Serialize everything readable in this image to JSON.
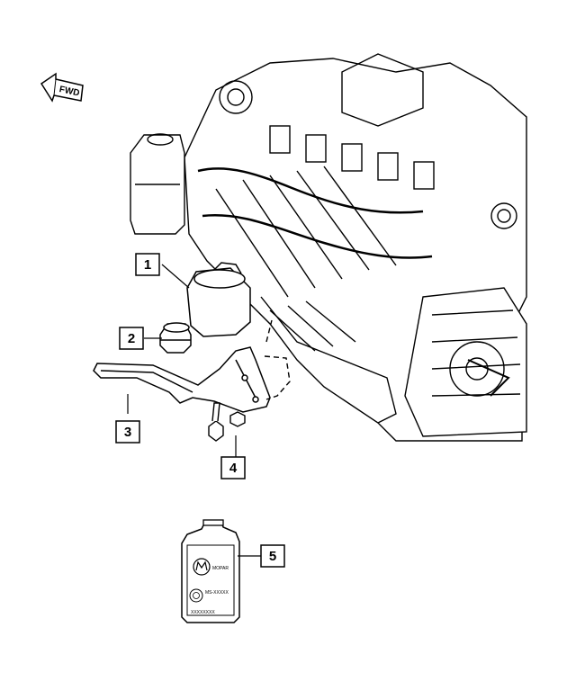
{
  "diagram": {
    "direction_indicator": {
      "label": "FWD",
      "icon": "forward-arrow-icon"
    },
    "callouts": [
      {
        "label": "1"
      },
      {
        "label": "2"
      },
      {
        "label": "3"
      },
      {
        "label": "4"
      },
      {
        "label": "5"
      }
    ],
    "bottle": {
      "logo": "MOPAR",
      "spec_line": "MS-XXXXX",
      "volume_line": "XXXXXXXX"
    },
    "colors": {
      "line": "#000000",
      "background": "#ffffff"
    }
  }
}
